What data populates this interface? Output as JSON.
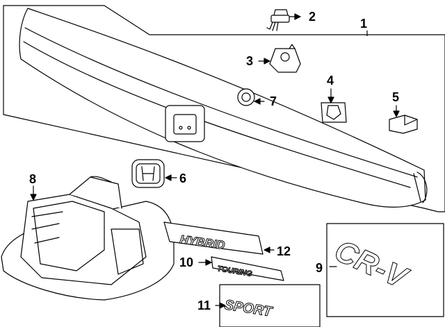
{
  "callouts": [
    {
      "id": "1",
      "label": "1"
    },
    {
      "id": "2",
      "label": "2"
    },
    {
      "id": "3",
      "label": "3"
    },
    {
      "id": "4",
      "label": "4"
    },
    {
      "id": "5",
      "label": "5"
    },
    {
      "id": "6",
      "label": "6"
    },
    {
      "id": "7",
      "label": "7"
    },
    {
      "id": "8",
      "label": "8"
    },
    {
      "id": "9",
      "label": "9"
    },
    {
      "id": "10",
      "label": "10"
    },
    {
      "id": "11",
      "label": "11"
    },
    {
      "id": "12",
      "label": "12"
    }
  ],
  "emblems": {
    "hybrid": "HYBRID",
    "touring": "TOURING",
    "sport": "SPORT",
    "crv": "CR-V"
  },
  "colors": {
    "line": "#000000",
    "background": "#ffffff"
  }
}
